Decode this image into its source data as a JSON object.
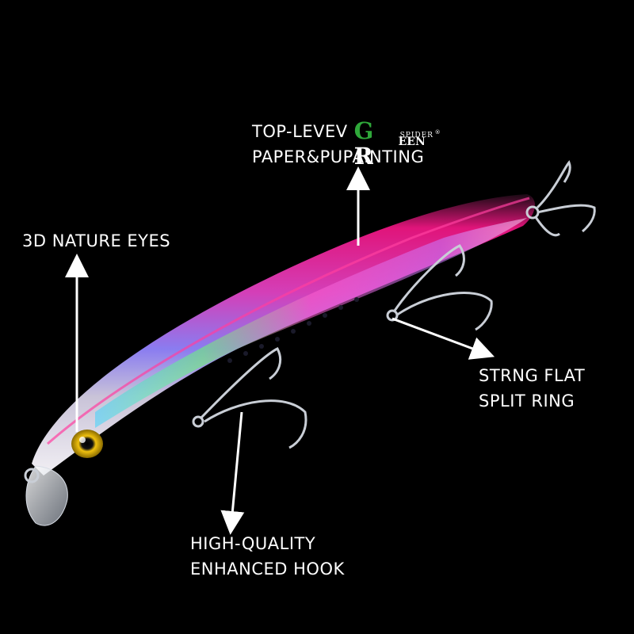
{
  "image": {
    "background": "#000000",
    "subject": "pink-purple-minnow-fishing-lure"
  },
  "labels": {
    "painting": {
      "line1": "TOP-LEVEV",
      "line2": "PAPER&PUPAINTING"
    },
    "eyes": {
      "line1": "3D NATURE EYES"
    },
    "split_ring": {
      "line1": "STRNG FLAT",
      "line2": "SPLIT RING"
    },
    "hook": {
      "line1": "HIGH-QUALITY",
      "line2": "ENHANCED HOOK"
    }
  },
  "logo": {
    "mark_g": "G",
    "mark_r": "R",
    "upper": "SPIDER",
    "lower": "EEN",
    "registered": "®",
    "colors": {
      "green": "#2fa83a",
      "white": "#ffffff"
    }
  },
  "colors": {
    "lure_back": "#e0147a",
    "lure_side": "#c04fd0",
    "lure_belly": "#e8e4ec",
    "arrow": "#ffffff",
    "text": "#ffffff"
  }
}
